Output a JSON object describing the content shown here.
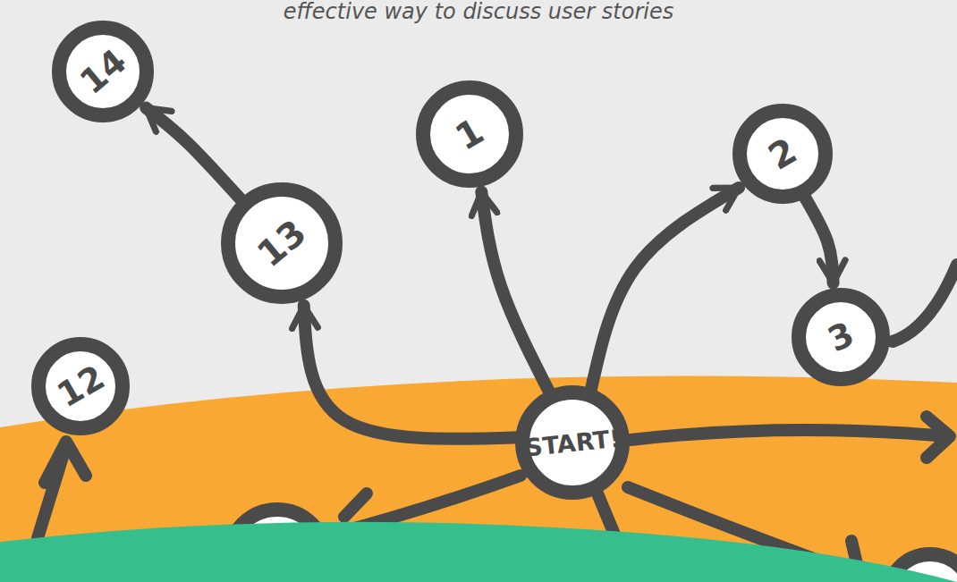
{
  "diagram": {
    "nodes": [
      {
        "text": [
          "14"
        ]
      },
      {
        "text": [
          "1"
        ]
      },
      {
        "text": [
          "2"
        ]
      },
      {
        "text": [
          "13"
        ]
      },
      {
        "text": [
          "3"
        ]
      },
      {
        "text": [
          "12"
        ]
      },
      {
        "text": [
          "START!"
        ]
      }
    ],
    "edges": [
      {
        "from": 6,
        "to": 1,
        "arrow": "to"
      },
      {
        "from": 6,
        "to": 2,
        "arrow": "to"
      },
      {
        "from": 2,
        "to": 4,
        "arrow": "to"
      },
      {
        "from": 6,
        "to": 3,
        "arrow": "to"
      },
      {
        "from": 3,
        "to": 0,
        "arrow": "to"
      }
    ],
    "labels": [
      "effective way to discuss user stories"
    ]
  }
}
